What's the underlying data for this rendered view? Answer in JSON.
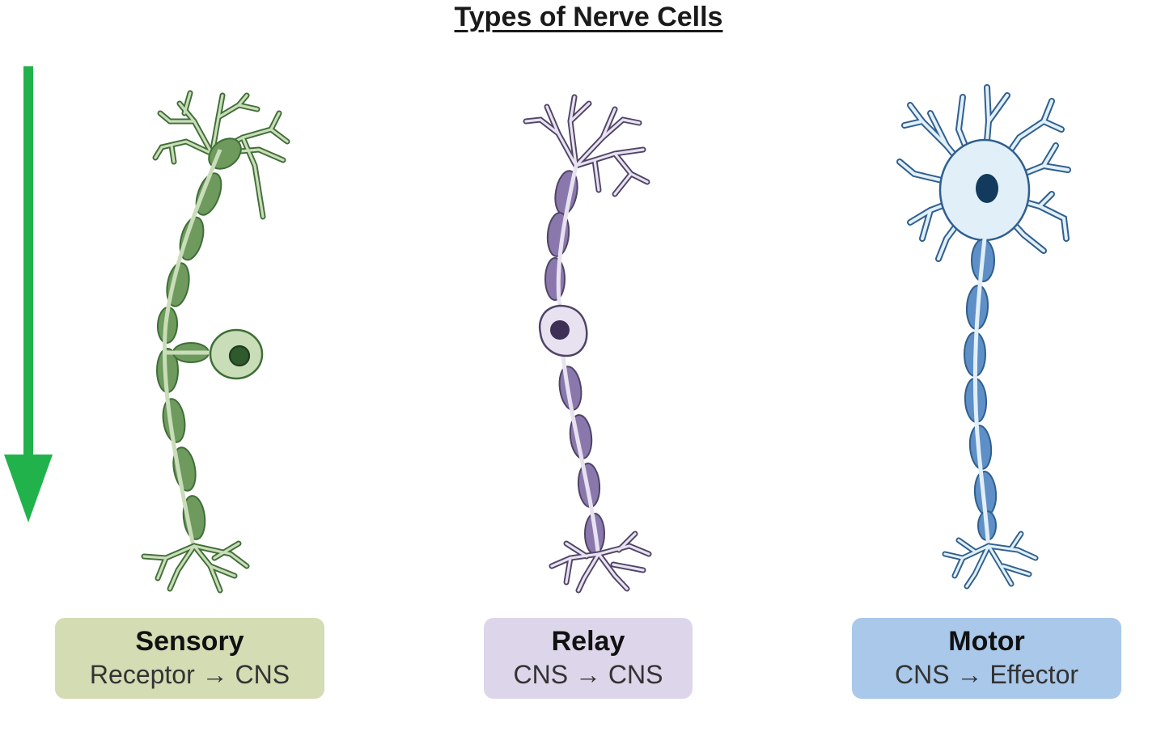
{
  "title": "Types of Nerve Cells",
  "colors": {
    "arrow": "#22b24c",
    "sensory_fill": "#6e9a5e",
    "sensory_light": "#c9ddb8",
    "sensory_stroke": "#3f6e37",
    "sensory_box": "#d3dcb3",
    "relay_fill": "#8a78ad",
    "relay_light": "#e8e2f0",
    "relay_stroke": "#4f4466",
    "relay_box": "#ddd6ea",
    "motor_fill": "#5e8fc6",
    "motor_light": "#e1eff9",
    "motor_stroke": "#2f5f8e",
    "motor_box": "#a9c8ea"
  },
  "neurons": [
    {
      "id": "sensory",
      "name": "Sensory",
      "path": "Receptor → CNS"
    },
    {
      "id": "relay",
      "name": "Relay",
      "path": "CNS → CNS"
    },
    {
      "id": "motor",
      "name": "Motor",
      "path": "CNS → Effector"
    }
  ]
}
